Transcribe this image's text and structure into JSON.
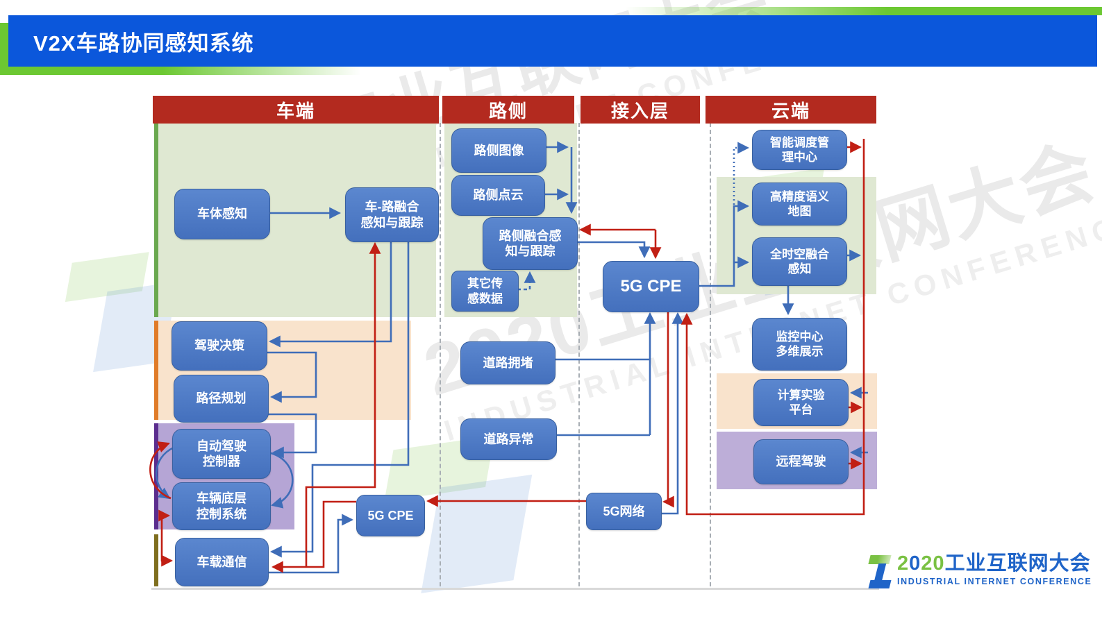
{
  "title": "V2X车路协同感知系统",
  "columns": {
    "vehicle": "车端",
    "roadside": "路侧",
    "access": "接入层",
    "cloud": "云端"
  },
  "nodes": {
    "vehicle_perception": {
      "label": "车体感知"
    },
    "vehicle_road_fusion": {
      "label": "车-路融合\n感知与跟踪"
    },
    "driving_decision": {
      "label": "驾驶决策"
    },
    "path_planning": {
      "label": "路径规划"
    },
    "ad_controller": {
      "label": "自动驾驶\n控制器"
    },
    "vehicle_low_level": {
      "label": "车辆底层\n控制系统"
    },
    "vehicle_comm": {
      "label": "车载通信"
    },
    "vehicle_5g_cpe": {
      "label": "5G CPE"
    },
    "roadside_image": {
      "label": "路侧图像"
    },
    "roadside_pointcloud": {
      "label": "路侧点云"
    },
    "roadside_fusion": {
      "label": "路侧融合感\n知与跟踪"
    },
    "other_sensor": {
      "label": "其它传\n感数据"
    },
    "road_congestion": {
      "label": "道路拥堵"
    },
    "road_anomaly": {
      "label": "道路异常"
    },
    "access_5g_cpe": {
      "label": "5G CPE"
    },
    "network_5g": {
      "label": "5G网络"
    },
    "dispatch_center": {
      "label": "智能调度管\n理中心"
    },
    "hd_map": {
      "label": "高精度语义\n地图"
    },
    "spatiotemporal_fusion": {
      "label": "全时空融合\n感知"
    },
    "monitor_center": {
      "label": "监控中心\n多维展示"
    },
    "computing_platform": {
      "label": "计算实验\n平台"
    },
    "remote_driving": {
      "label": "远程驾驶"
    }
  },
  "watermark": {
    "line1": "2020工业互联网大会",
    "line2": "INDUSTRIAL INTERNET CONFERENCE"
  },
  "logo": {
    "year_parts": [
      "2",
      "0",
      "2",
      "0"
    ],
    "cn": "工业互联网大会",
    "en": "INDUSTRIAL INTERNET CONFERENCE"
  },
  "colors": {
    "title_bar_blue": "#0b57db",
    "accent_green": "#6cc832",
    "header_red": "#b32a1f",
    "node_blue": "#4470bd",
    "arrow_blue": "#3f6db8",
    "arrow_red": "#c11f14",
    "panel_green": "#dfe8d2",
    "panel_orange": "#f9e3cc",
    "panel_purple": "#b5a5d5",
    "stripe_green": "#6aa84f",
    "stripe_orange": "#e07b28",
    "stripe_purple": "#5b2d8e",
    "stripe_olive": "#7e6e1e"
  }
}
